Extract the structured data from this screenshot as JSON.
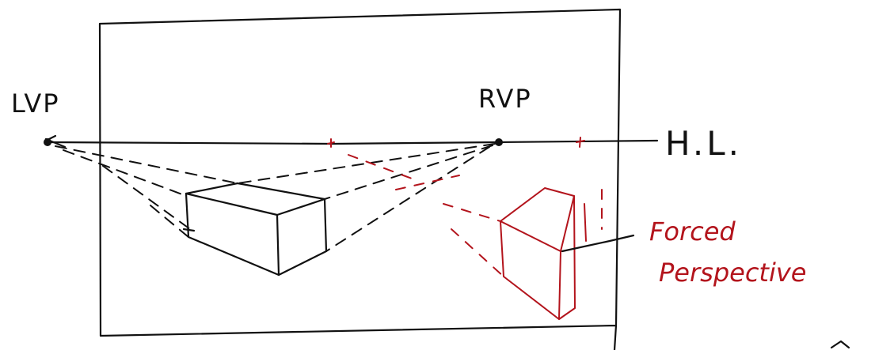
{
  "labels": {
    "left_vanishing_point": "LVP",
    "right_vanishing_point": "RVP",
    "horizon_line": "H.L.",
    "forced_perspective_line1": "Forced",
    "forced_perspective_line2": "Perspective"
  },
  "colors": {
    "ink": "#111111",
    "accent": "#b3141c",
    "paper": "#ffffff"
  }
}
